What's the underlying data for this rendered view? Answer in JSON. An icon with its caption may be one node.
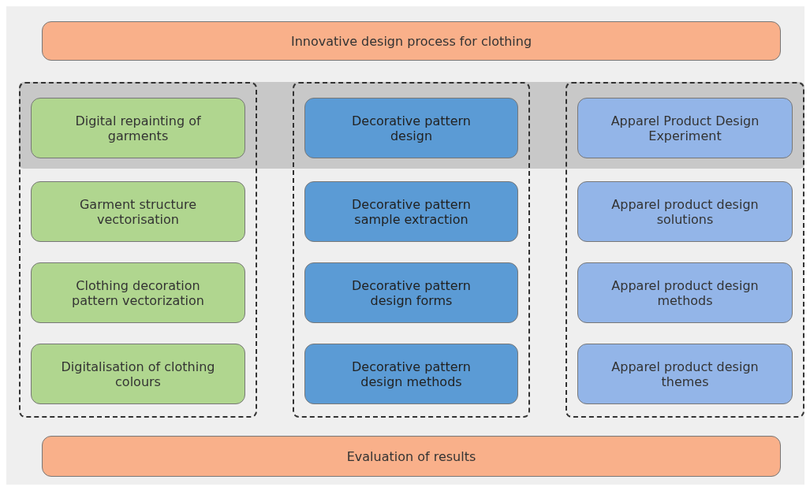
{
  "diagram": {
    "nodes": [
      {
        "text": [
          "Innovative design process for clothing"
        ]
      },
      {
        "text": [],
        "shape": "box"
      },
      {
        "text": [
          "Digital repainting of garments"
        ],
        "in": 1
      },
      {
        "text": [
          "Garment structure vectorisation"
        ],
        "in": 1
      },
      {
        "text": [
          "Clothing decoration pattern vectorization"
        ],
        "in": 1
      },
      {
        "text": [
          "Digitalisation of clothing colours"
        ],
        "in": 1
      },
      {
        "text": [],
        "shape": "box"
      },
      {
        "text": [
          "Decorative pattern design"
        ],
        "in": 6
      },
      {
        "text": [
          "Decorative pattern sample extraction"
        ],
        "in": 6
      },
      {
        "text": [
          "Decorative pattern design forms"
        ],
        "in": 6
      },
      {
        "text": [
          "Decorative pattern design methods"
        ],
        "in": 6
      },
      {
        "text": [],
        "shape": "box"
      },
      {
        "text": [
          "Apparel Product Design Experiment"
        ],
        "in": 11
      },
      {
        "text": [
          "Apparel product design solutions"
        ],
        "in": 11
      },
      {
        "text": [
          "Apparel product design methods"
        ],
        "in": 11
      },
      {
        "text": [
          "Apparel product design themes"
        ],
        "in": 11
      },
      {
        "text": [
          "Evaluation of results"
        ]
      }
    ],
    "edges": []
  }
}
